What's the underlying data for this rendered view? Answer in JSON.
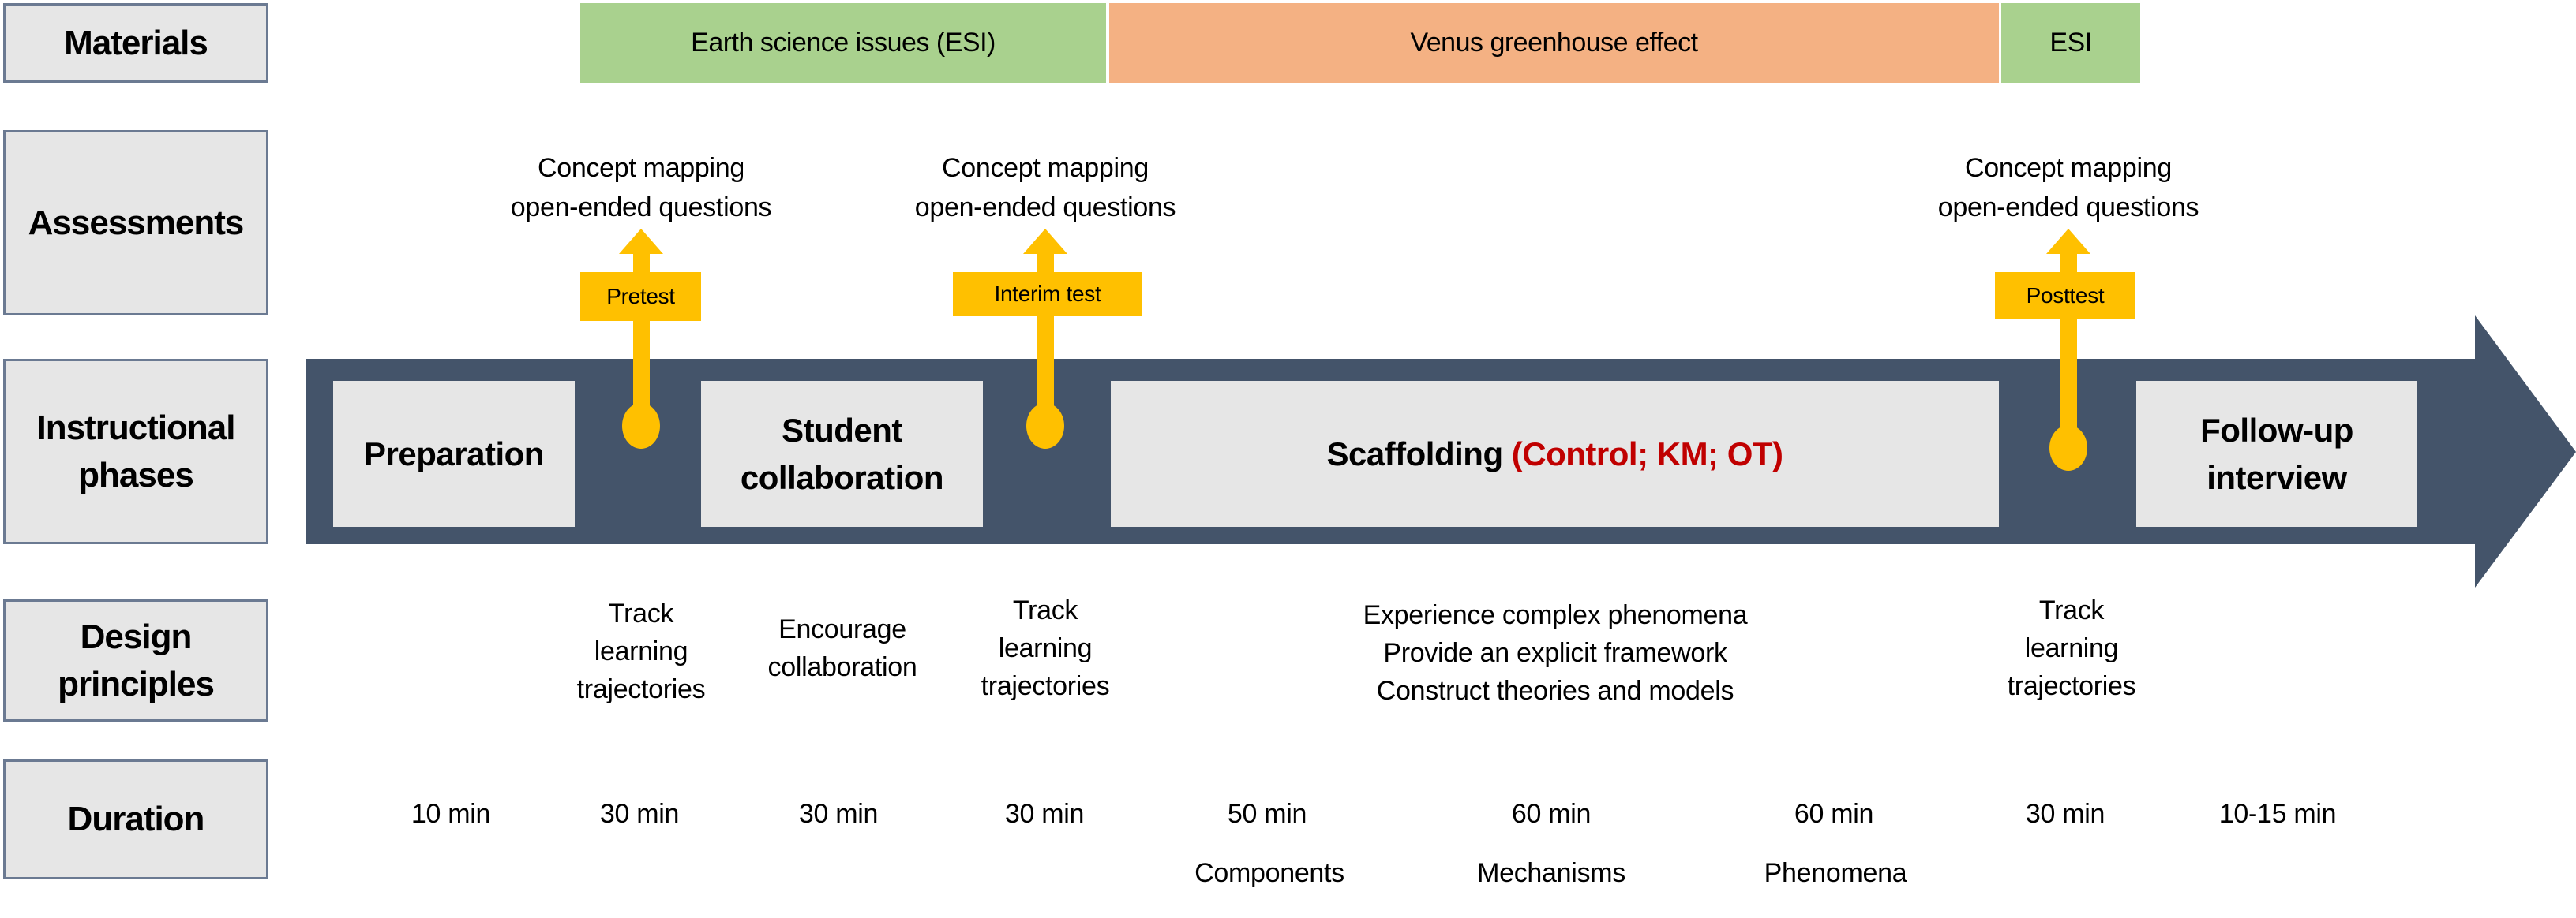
{
  "row_labels": {
    "materials": "Materials",
    "assessments": "Assessments",
    "instructional_phases": [
      "Instructional",
      "phases"
    ],
    "design_principles": [
      "Design",
      "principles"
    ],
    "duration": "Duration"
  },
  "materials": [
    {
      "label": "Earth science issues (ESI)",
      "color": "#a9d18e"
    },
    {
      "label": "Venus greenhouse effect",
      "color": "#f4b183"
    },
    {
      "label": "ESI",
      "color": "#a9d18e"
    }
  ],
  "assessments": [
    {
      "test": "Pretest",
      "lines": [
        "Concept mapping",
        "open-ended questions"
      ]
    },
    {
      "test": "Interim test",
      "lines": [
        "Concept mapping",
        "open-ended questions"
      ]
    },
    {
      "test": "Posttest",
      "lines": [
        "Concept mapping",
        "open-ended questions"
      ]
    }
  ],
  "phases": [
    {
      "lines": [
        "Preparation"
      ]
    },
    {
      "lines": [
        "Student",
        "collaboration"
      ]
    },
    {
      "label": "Scaffolding",
      "highlight": "(Control; KM; OT)"
    },
    {
      "lines": [
        "Follow-up",
        "interview"
      ]
    }
  ],
  "design_principles": {
    "pretest": [
      "Track",
      "learning",
      "trajectories"
    ],
    "collaboration": [
      "Encourage",
      "collaboration"
    ],
    "interim": [
      "Track",
      "learning",
      "trajectories"
    ],
    "scaffolding": [
      "Experience complex phenomena",
      "Provide an explicit framework",
      "Construct theories and models"
    ],
    "posttest": [
      "Track",
      "learning",
      "trajectories"
    ]
  },
  "durations": [
    "10 min",
    "30 min",
    "30 min",
    "30 min",
    "50 min",
    "60 min",
    "60 min",
    "30 min",
    "10-15 min"
  ],
  "scaffolding_parts": [
    "Components",
    "Mechanisms",
    "Phenomena"
  ],
  "colors": {
    "arrow": "#44546a",
    "marker": "#ffc000",
    "label_box": "#e6e6e6",
    "highlight_red": "#c00000"
  }
}
